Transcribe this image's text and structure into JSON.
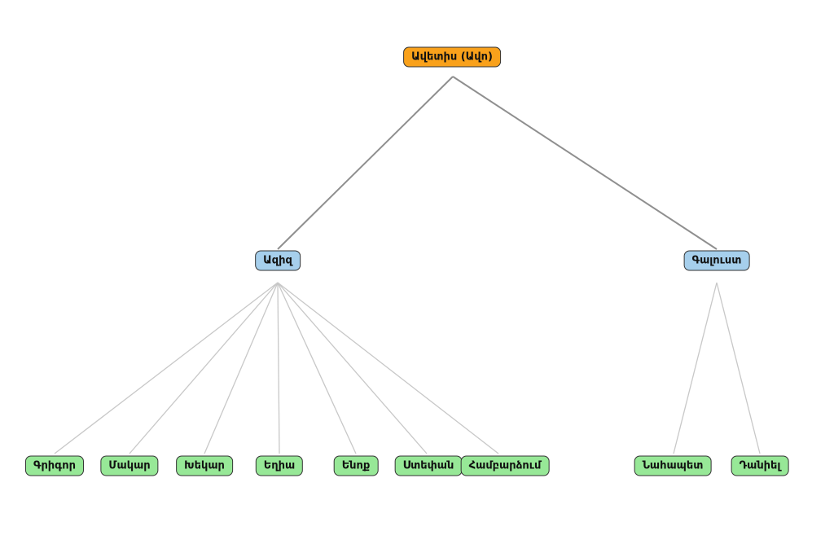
{
  "tree": {
    "label": "Ավետիս (Ավո)",
    "children": [
      {
        "label": "Ազիզ",
        "children": [
          {
            "label": "Գրիգոր"
          },
          {
            "label": "Մակար"
          },
          {
            "label": "Խեկար"
          },
          {
            "label": "Եղիա"
          },
          {
            "label": "Ենոք"
          },
          {
            "label": "Ստեփան"
          },
          {
            "label": "Համբարձում"
          }
        ]
      },
      {
        "label": "Գալուստ",
        "children": [
          {
            "label": "Նահապետ"
          },
          {
            "label": "Դանիել"
          }
        ]
      }
    ]
  },
  "colors": {
    "root_node": "#f9a11b",
    "branch_node": "#a6cfec",
    "leaf_node": "#97e897",
    "edge_primary": "#8f8f8f",
    "edge_secondary": "#c8c8c8",
    "node_border": "#333333",
    "background": "#ffffff"
  }
}
